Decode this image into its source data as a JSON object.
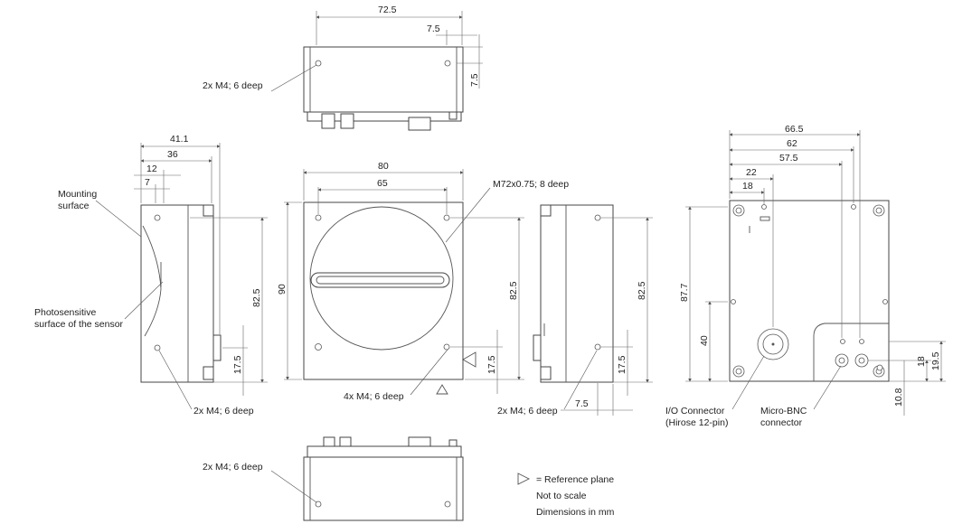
{
  "top_view": {
    "dim_width": "72.5",
    "dim_small": "7.5",
    "dim_vertical": "7.5",
    "thread_note": "2x M4; 6 deep"
  },
  "left_view": {
    "dim_41": "41.1",
    "dim_36": "36",
    "dim_12": "12",
    "dim_7": "7",
    "mounting_label_1": "Mounting",
    "mounting_label_2": "surface",
    "sensor_label_1": "Photosensitive",
    "sensor_label_2": "surface of the sensor",
    "dim_825": "82.5",
    "dim_175": "17.5",
    "thread_note": "2x M4; 6 deep"
  },
  "front_view": {
    "dim_80": "80",
    "dim_65": "65",
    "dim_90": "90",
    "dim_825": "82.5",
    "dim_175": "17.5",
    "mount_note": "M72x0.75; 8 deep",
    "thread_note": "4x M4; 6 deep"
  },
  "right_view": {
    "dim_825": "82.5",
    "dim_175": "17.5",
    "dim_75": "7.5",
    "thread_note": "2x M4; 6 deep"
  },
  "back_view": {
    "dim_665": "66.5",
    "dim_62": "62",
    "dim_575": "57.5",
    "dim_22": "22",
    "dim_18": "18",
    "dim_877": "87.7",
    "dim_40": "40",
    "dim_18v": "18",
    "dim_195": "19.5",
    "dim_108": "10.8",
    "io_label_1": "I/O Connector",
    "io_label_2": "(Hirose 12-pin)",
    "bnc_label_1": "Micro-BNC",
    "bnc_label_2": "connector"
  },
  "bottom_view": {
    "thread_note": "2x M4; 6 deep"
  },
  "legend": {
    "reference_plane": "= Reference plane",
    "not_to_scale": "Not to scale",
    "dimensions": "Dimensions in mm"
  }
}
